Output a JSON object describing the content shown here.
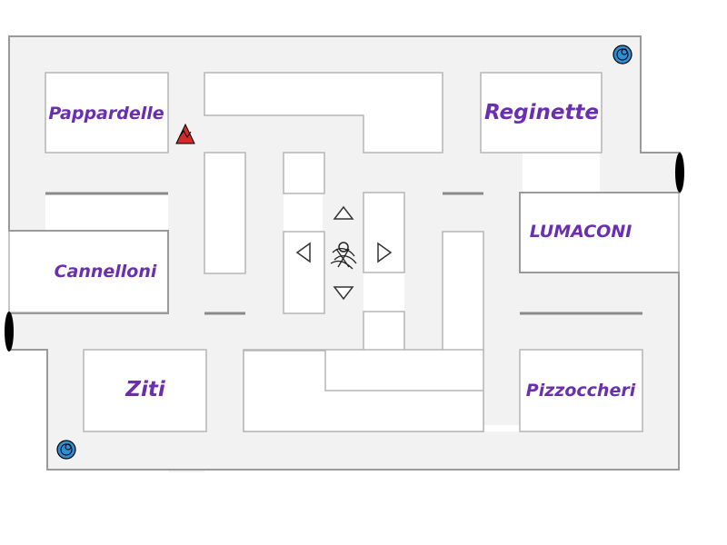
{
  "game": {
    "rooms": [
      {
        "id": "pappardelle",
        "label": "Pappardelle"
      },
      {
        "id": "reginette",
        "label": "Reginette"
      },
      {
        "id": "cannelloni",
        "label": "Cannelloni"
      },
      {
        "id": "lumaconi",
        "label": "LUMACONI"
      },
      {
        "id": "ziti",
        "label": "Ziti"
      },
      {
        "id": "pizzoccheri",
        "label": "Pizzoccheri"
      }
    ],
    "controls": [
      "up-arrow-icon",
      "down-arrow-icon",
      "left-arrow-icon",
      "right-arrow-icon"
    ],
    "colors": {
      "corridor": "#f2f2f2",
      "wall": "#b5b5b5",
      "label": "#6a2fb0",
      "portal": "#2d8fd6",
      "enemy": "#d42a2a",
      "player": "#222222",
      "exit": "#000000"
    }
  }
}
